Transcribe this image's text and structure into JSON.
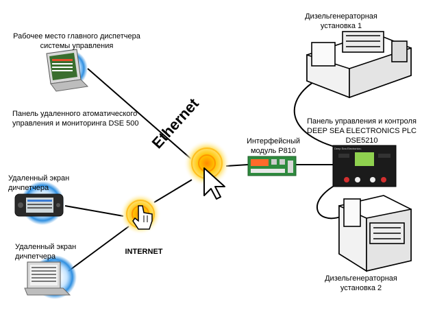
{
  "labels": {
    "main_dispatcher": [
      "Рабочее место главного диспетчера",
      "системы управления"
    ],
    "dse500_panel": [
      "Панель удаленного атоматического",
      "управления и мониторинга DSE 500"
    ],
    "remote_screen_1": [
      "Удаленный экран",
      "дичпетчера"
    ],
    "remote_screen_2": [
      "Удаленный экран",
      "дичпетчера"
    ],
    "internet": "INTERNET",
    "ethernet": "Ethernet",
    "interface_module": [
      "Интерфейсный",
      "модуль P810"
    ],
    "control_panel": [
      "Панель управления и контроля",
      "DEEP SEA ELECTRONICS PLC",
      "DSE5210"
    ],
    "genset_1": [
      "Дизельгенераторная",
      "установка 1"
    ],
    "genset_2": [
      "Дизельгенераторная",
      "установка 2"
    ]
  },
  "device_text": {
    "panel_brand": "Deep Sea Electronics plc"
  },
  "colors": {
    "line": "#000000",
    "signal_blue": "#2f8fe0",
    "glow_yellow": "#ffd200",
    "glow_orange": "#f28a00",
    "module_green": "#2e8b3e",
    "panel_dark": "#1b1b1b",
    "panel_screen": "#8fd14f"
  }
}
